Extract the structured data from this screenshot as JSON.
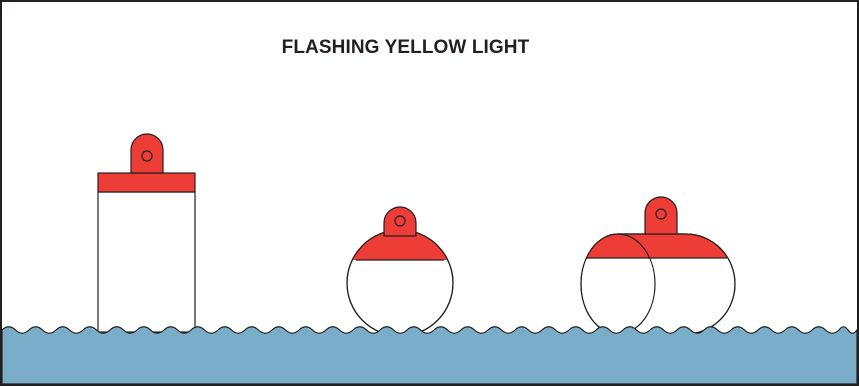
{
  "diagram": {
    "title": "FLASHING YELLOW LIGHT",
    "buoys": [
      {
        "shape": "pillar"
      },
      {
        "shape": "spherical"
      },
      {
        "shape": "ellipsoidal"
      }
    ]
  },
  "colors": {
    "topmark_red": "#ee3d36",
    "water_blue": "#7aadc8",
    "outline": "#231f20",
    "background": "#ffffff"
  }
}
